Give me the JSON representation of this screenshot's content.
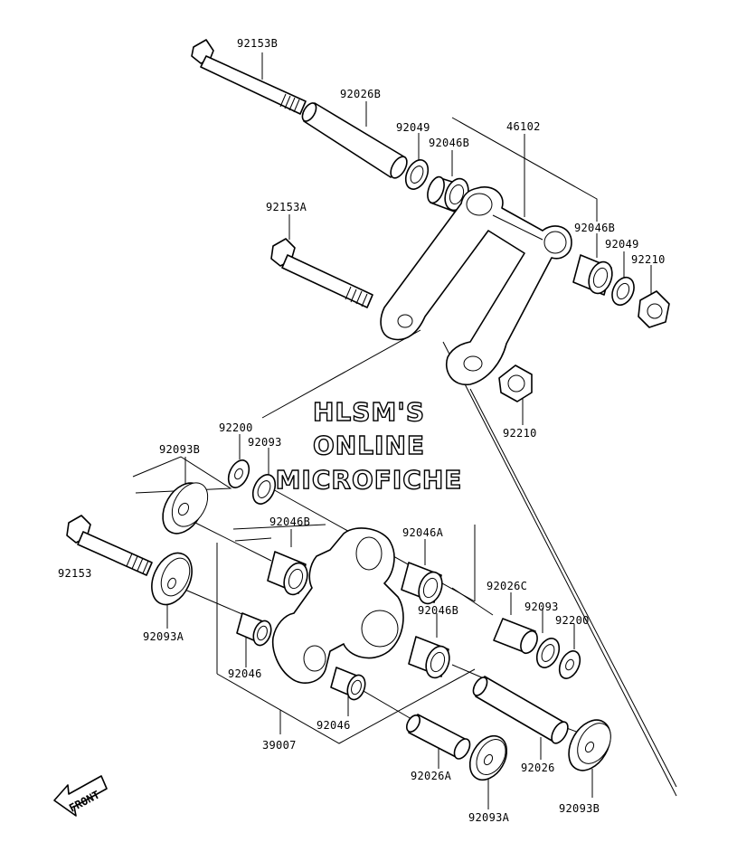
{
  "watermark": {
    "line1": "HLSM'S",
    "line2": "ONLINE",
    "line3": "MICROFICHE"
  },
  "front_label": "FRONT",
  "parts": {
    "p92153B": "92153B",
    "p92026B": "92026B",
    "p92049_top": "92049",
    "p92046B_top": "92046B",
    "p46102": "46102",
    "p92153A": "92153A",
    "p92046B_right": "92046B",
    "p92049_right": "92049",
    "p92210_right": "92210",
    "p92210_mid": "92210",
    "p92200_left": "92200",
    "p92093_left": "92093",
    "p92093B_left": "92093B",
    "p92046B_mid": "92046B",
    "p92046A": "92046A",
    "p92153": "92153",
    "p92026C": "92026C",
    "p92093_right": "92093",
    "p92200_right": "92200",
    "p92046B_low": "92046B",
    "p92093A_left": "92093A",
    "p92046_left": "92046",
    "p92046_low": "92046",
    "p39007": "39007",
    "p92026": "92026",
    "p92026A": "92026A",
    "p92093A_bottom": "92093A",
    "p92093B_bottom": "92093B"
  }
}
